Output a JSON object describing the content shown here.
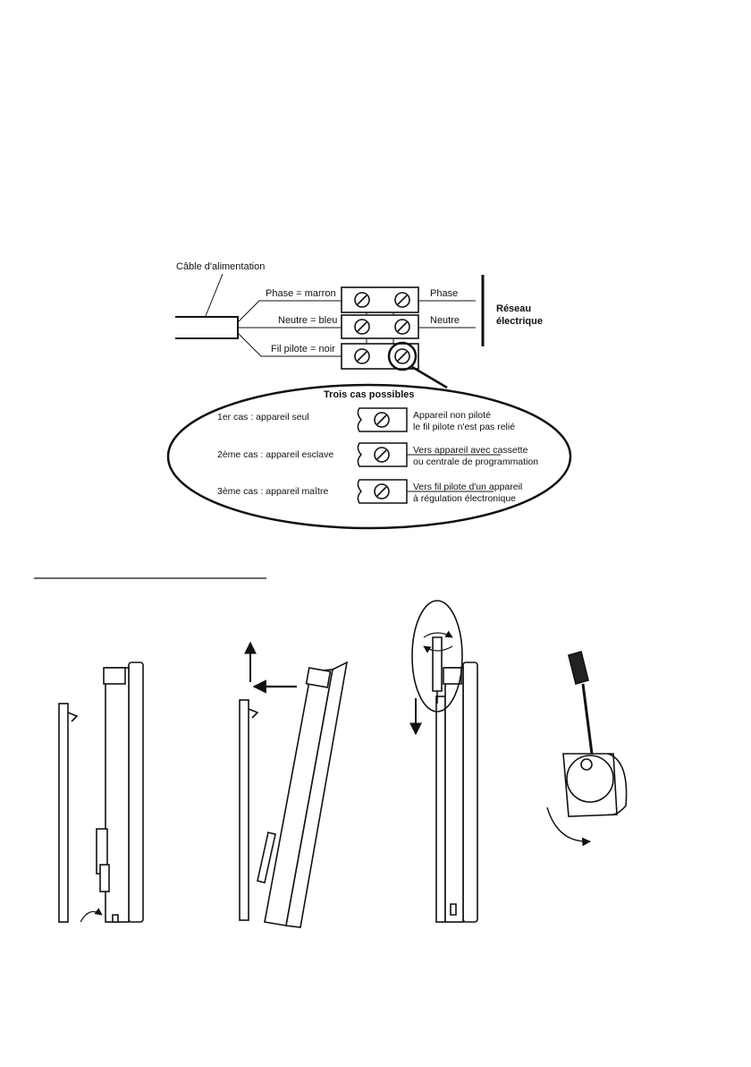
{
  "wiring": {
    "cable_label": "Câble d'alimentation",
    "left_wires": [
      "Phase = marron",
      "Neutre = bleu",
      "Fil pilote = noir"
    ],
    "right_wires": [
      "Phase",
      "Neutre"
    ],
    "network_label": [
      "Réseau",
      "électrique"
    ]
  },
  "cases": {
    "title": "Trois cas possibles",
    "items": [
      {
        "name": "1er cas : appareil seul",
        "desc": [
          "Appareil non piloté",
          "le fil pilote n'est pas relié"
        ]
      },
      {
        "name": "2ème cas : appareil esclave",
        "desc": [
          "Vers appareil avec cassette",
          "ou centrale de programmation"
        ]
      },
      {
        "name": "3ème cas : appareil maître",
        "desc": [
          "Vers fil pilote d'un appareil",
          "à régulation électronique"
        ]
      }
    ]
  },
  "colors": {
    "ink": "#111111",
    "paper": "#ffffff"
  },
  "icons": [
    "screw-terminal-icon",
    "screwdriver-icon",
    "arrow-icon"
  ]
}
